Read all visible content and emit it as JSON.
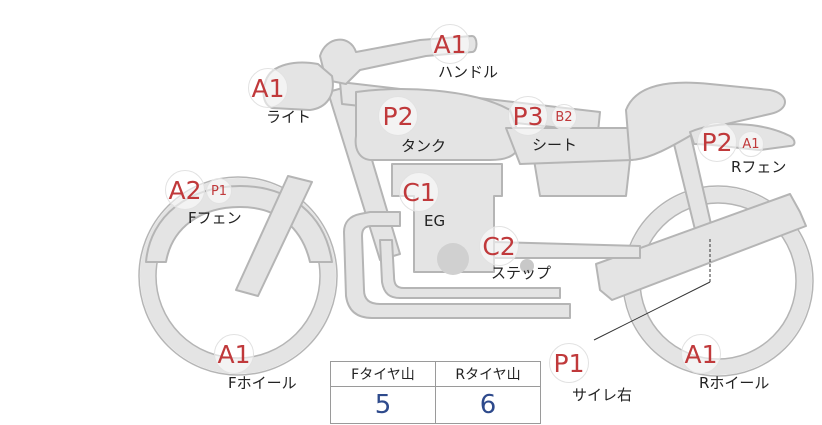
{
  "parts": {
    "handle": {
      "label": "ハンドル",
      "grade": "A1"
    },
    "light": {
      "label": "ライト",
      "grade": "A1"
    },
    "tank": {
      "label": "タンク",
      "grade": "P2"
    },
    "seat": {
      "label": "シート",
      "grade": "P3",
      "sub_grade": "B2"
    },
    "rear_fender": {
      "label": "Rフェン",
      "grade": "P2",
      "sub_grade": "A1"
    },
    "front_fender": {
      "label": "Fフェン",
      "grade": "A2",
      "sub_grade": "P1"
    },
    "engine": {
      "label": "EG",
      "grade": "C1"
    },
    "step": {
      "label": "ステップ",
      "grade": "C2"
    },
    "front_wheel": {
      "label": "Fホイール",
      "grade": "A1"
    },
    "muffler_right": {
      "label": "サイレ右",
      "grade": "P1"
    },
    "rear_wheel": {
      "label": "Rホイール",
      "grade": "A1"
    }
  },
  "tire_table": {
    "front_header": "Fタイヤ山",
    "rear_header": "Rタイヤ山",
    "front_value": "5",
    "rear_value": "6"
  },
  "colors": {
    "grade_text": "#c0393b",
    "table_value": "#2e4a8c",
    "bike_fill": "#e4e4e4",
    "bike_stroke": "#b5b5b5"
  }
}
